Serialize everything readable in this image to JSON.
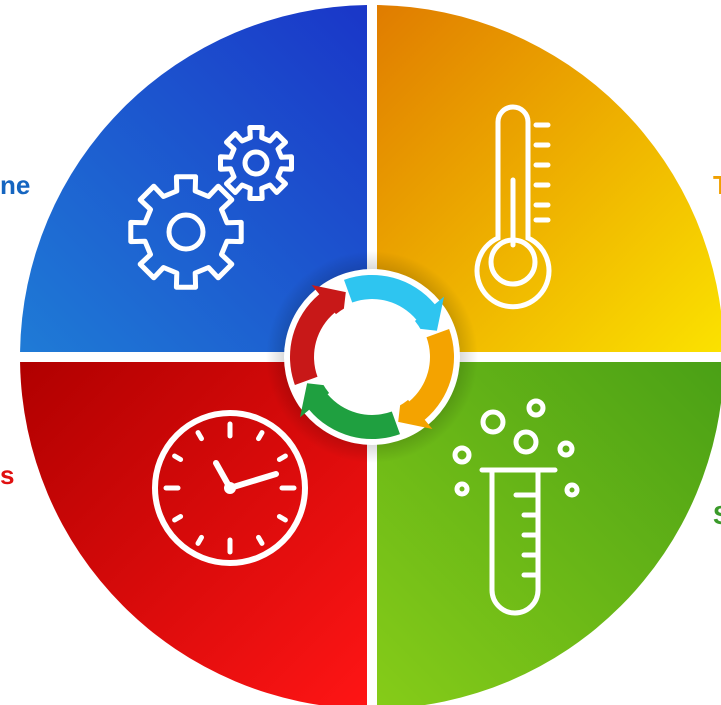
{
  "edge_labels": {
    "top_left": "ne",
    "bottom_left": "s",
    "top_right": "T",
    "bottom_right": "S"
  },
  "quadrants": [
    {
      "name": "blue",
      "icon": "gears-icon",
      "color_start": "#1a4fd8",
      "color_end": "#1f7bd6"
    },
    {
      "name": "yellow",
      "icon": "thermometer-icon",
      "color_start": "#e08a00",
      "color_end": "#f9e000"
    },
    {
      "name": "green",
      "icon": "test-tube-icon",
      "color_start": "#2f8f1a",
      "color_end": "#7fc81a"
    },
    {
      "name": "red",
      "icon": "clock-icon",
      "color_start": "#a00000",
      "color_end": "#ff1010"
    }
  ],
  "cycle_arrows": {
    "icon": "cycle-arrows-icon",
    "colors": [
      "#2ec5f0",
      "#f4a300",
      "#1fa040",
      "#c81818"
    ]
  }
}
